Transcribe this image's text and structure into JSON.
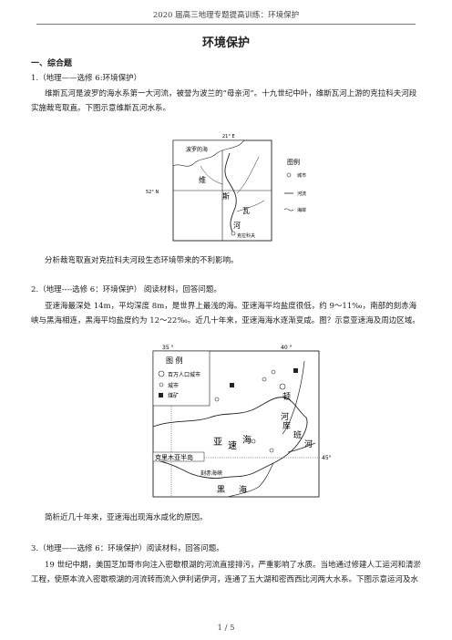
{
  "header": {
    "text": "2020 届高三地理专题提高训练：环境保护"
  },
  "title": "环境保护",
  "section1": "一、综合题",
  "q1": {
    "stem": "1.（地理——选修 6:环境保护）",
    "para1": "维斯瓦河是波罗的海水系第一大河流，被誉为波兰的“母亲河”。十九世纪中叶，维斯瓦河上游的克拉科夫河段实施裁弯取直。下图示意维斯瓦河水系。",
    "question": "分析裁弯取直对克拉科夫河段生态环境带来的不利影响。",
    "map": {
      "lon_label": "21° E",
      "lat_label": "52° N",
      "sea_label": "波罗的海",
      "letters": [
        "维",
        "斯",
        "瓦",
        "河"
      ],
      "city_label": "克拉科夫",
      "legend_title": "图例",
      "legend_items": [
        "城市",
        "河流",
        "海岸"
      ]
    }
  },
  "q2": {
    "stem": "2.（地理----选修 6：环境保护） 阅读材料，回答问题。",
    "para1": "亚速海最深处 14m，平均深度 8m，是世界上最浅的海。亚速海平均盐度很低，约 9～11‰，南部的刻赤海峡与黑海相连，黑海平均盐度约为 12～22‰。近几十年来，亚速海海水逐渐变咸。图？示意亚速海及周边区域。",
    "question": "简析近几十年来，亚速海出现海水咸化的原因。",
    "map": {
      "lon_label": "35 °",
      "lon_label2": "40 °",
      "lat_label": "45°",
      "legend_title": "图 例",
      "legend_items": [
        "百万人口城市",
        "城市",
        "煤矿"
      ],
      "sea_chars": [
        "亚",
        "速",
        "海"
      ],
      "strait_label": "克里木亚半岛",
      "kerch_label": "刻赤海峡",
      "river_chars": [
        "顿",
        "河"
      ],
      "river2_chars": [
        "库",
        "班",
        "河"
      ],
      "black_sea_chars": [
        "黑",
        "海"
      ]
    }
  },
  "q3": {
    "stem": "3.（地理——选修 6：环境保护）阅读材料，回答问题。",
    "para1": "19 世纪中期，美国芝加哥市向注入密歇根湖的河流直接排污，严重影响了水质。当地通过修建人工运河和清淤工程，使原本流入密歇根湖的河流转而流入伊利诺伊河，连通了五大湖和密西西比河两大水系。下图示意运河及水"
  },
  "footer": {
    "text": "1 / 5"
  }
}
